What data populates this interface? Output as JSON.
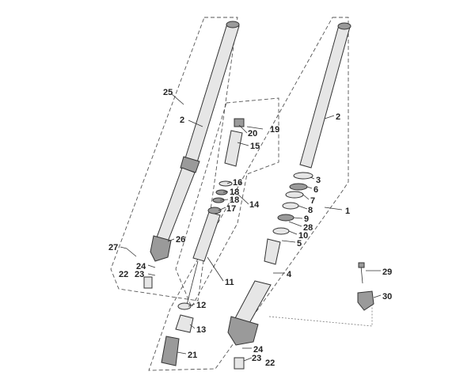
{
  "callouts": [
    {
      "id": "25",
      "text": "25"
    },
    {
      "id": "2-left",
      "text": "2"
    },
    {
      "id": "20",
      "text": "20"
    },
    {
      "id": "19",
      "text": "19"
    },
    {
      "id": "15",
      "text": "15"
    },
    {
      "id": "16",
      "text": "16"
    },
    {
      "id": "18-a",
      "text": "18"
    },
    {
      "id": "18-b",
      "text": "18"
    },
    {
      "id": "17",
      "text": "17"
    },
    {
      "id": "14",
      "text": "14"
    },
    {
      "id": "26",
      "text": "26"
    },
    {
      "id": "27",
      "text": "27"
    },
    {
      "id": "24-left",
      "text": "24"
    },
    {
      "id": "23-left",
      "text": "23"
    },
    {
      "id": "22-left",
      "text": "22"
    },
    {
      "id": "11",
      "text": "11"
    },
    {
      "id": "12",
      "text": "12"
    },
    {
      "id": "13",
      "text": "13"
    },
    {
      "id": "21",
      "text": "21"
    },
    {
      "id": "2-right",
      "text": "2"
    },
    {
      "id": "3",
      "text": "3"
    },
    {
      "id": "6",
      "text": "6"
    },
    {
      "id": "7",
      "text": "7"
    },
    {
      "id": "8",
      "text": "8"
    },
    {
      "id": "1",
      "text": "1"
    },
    {
      "id": "9",
      "text": "9"
    },
    {
      "id": "28",
      "text": "28"
    },
    {
      "id": "10",
      "text": "10"
    },
    {
      "id": "5",
      "text": "5"
    },
    {
      "id": "4",
      "text": "4"
    },
    {
      "id": "29",
      "text": "29"
    },
    {
      "id": "30",
      "text": "30"
    },
    {
      "id": "24-right",
      "text": "24"
    },
    {
      "id": "23-right",
      "text": "23"
    },
    {
      "id": "22-right",
      "text": "22"
    }
  ]
}
